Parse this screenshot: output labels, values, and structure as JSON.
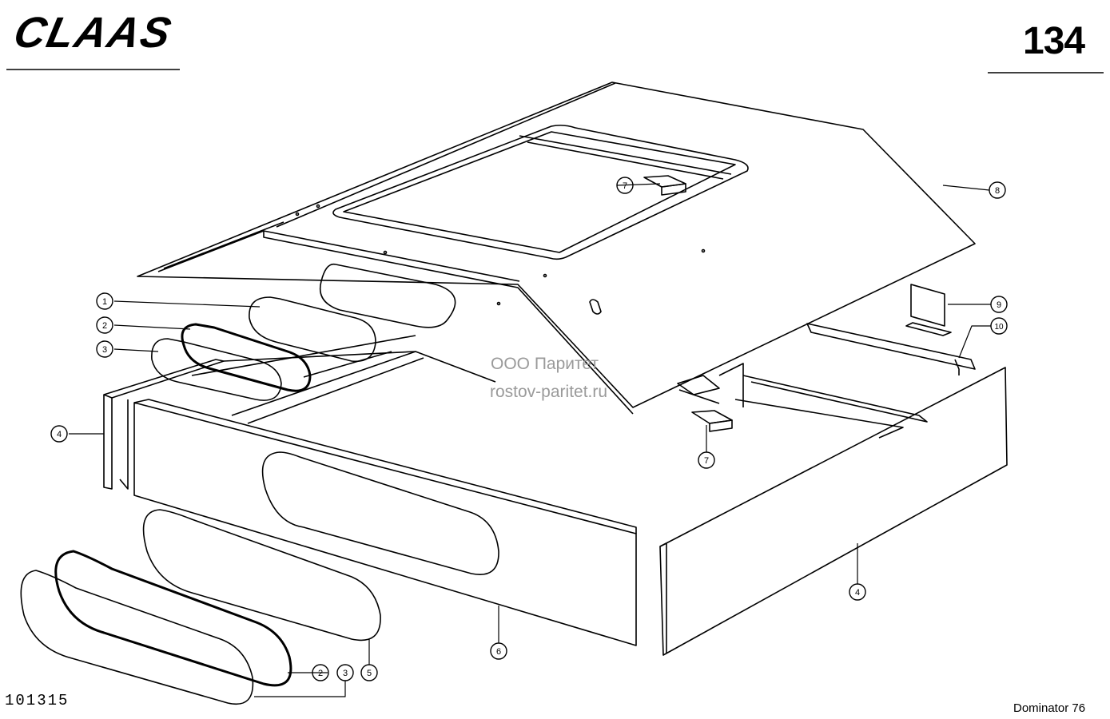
{
  "header": {
    "logo_text": "CLAAS",
    "page_number": "134"
  },
  "footer": {
    "drawing_number": "101315",
    "model": "Dominator 76"
  },
  "watermark": {
    "line1": "ООО Паритет",
    "line2": "rostov-paritet.ru"
  },
  "callouts": [
    "1",
    "2",
    "3",
    "4",
    "2",
    "3",
    "5",
    "6",
    "4",
    "7",
    "7",
    "8",
    "9",
    "10"
  ]
}
